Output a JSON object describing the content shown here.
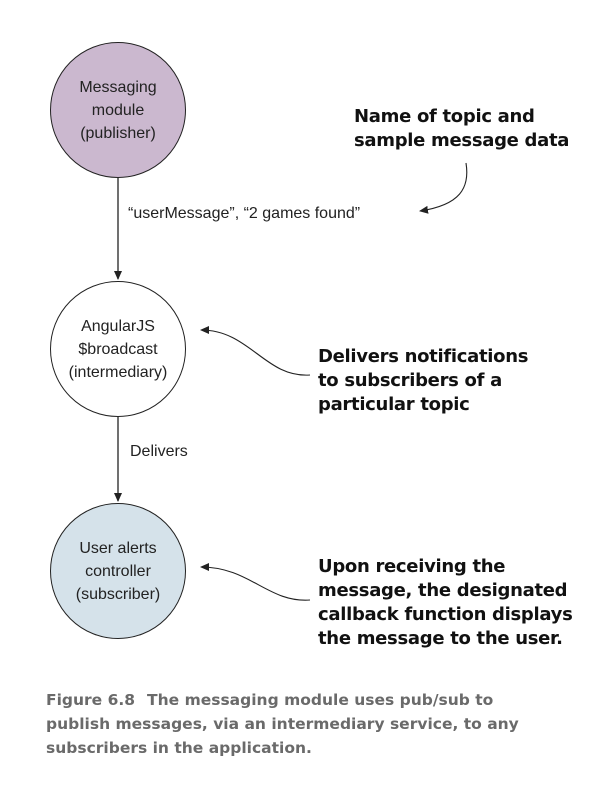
{
  "diagram": {
    "nodes": [
      {
        "id": "publisher",
        "lines": [
          "Messaging",
          "module",
          "(publisher)"
        ],
        "fill": "#cbb8cf"
      },
      {
        "id": "intermediary",
        "lines": [
          "AngularJS",
          "$broadcast",
          "(intermediary)"
        ],
        "fill": "#ffffff"
      },
      {
        "id": "subscriber",
        "lines": [
          "User alerts",
          "controller",
          "(subscriber)"
        ],
        "fill": "#d5e2ea"
      }
    ],
    "edges": [
      {
        "from": "publisher",
        "to": "intermediary",
        "label": "“userMessage”, “2 games found”"
      },
      {
        "from": "intermediary",
        "to": "subscriber",
        "label": "Delivers"
      }
    ],
    "annotations": [
      {
        "target": "edge-label-1",
        "lines": [
          "Name of topic and",
          "sample message data"
        ]
      },
      {
        "target": "intermediary",
        "lines": [
          "Delivers notifications",
          "to subscribers of a",
          "particular topic"
        ]
      },
      {
        "target": "subscriber",
        "lines": [
          "Upon receiving the",
          "message, the designated",
          "callback function displays",
          "the message to the user."
        ]
      }
    ]
  },
  "caption": {
    "label": "Figure 6.8",
    "lines": [
      "The messaging module uses pub/sub to",
      "publish messages, via an intermediary service, to any",
      "subscribers in the application."
    ]
  },
  "colors": {
    "stroke": "#222222",
    "caption_text": "#6a6a6a"
  }
}
